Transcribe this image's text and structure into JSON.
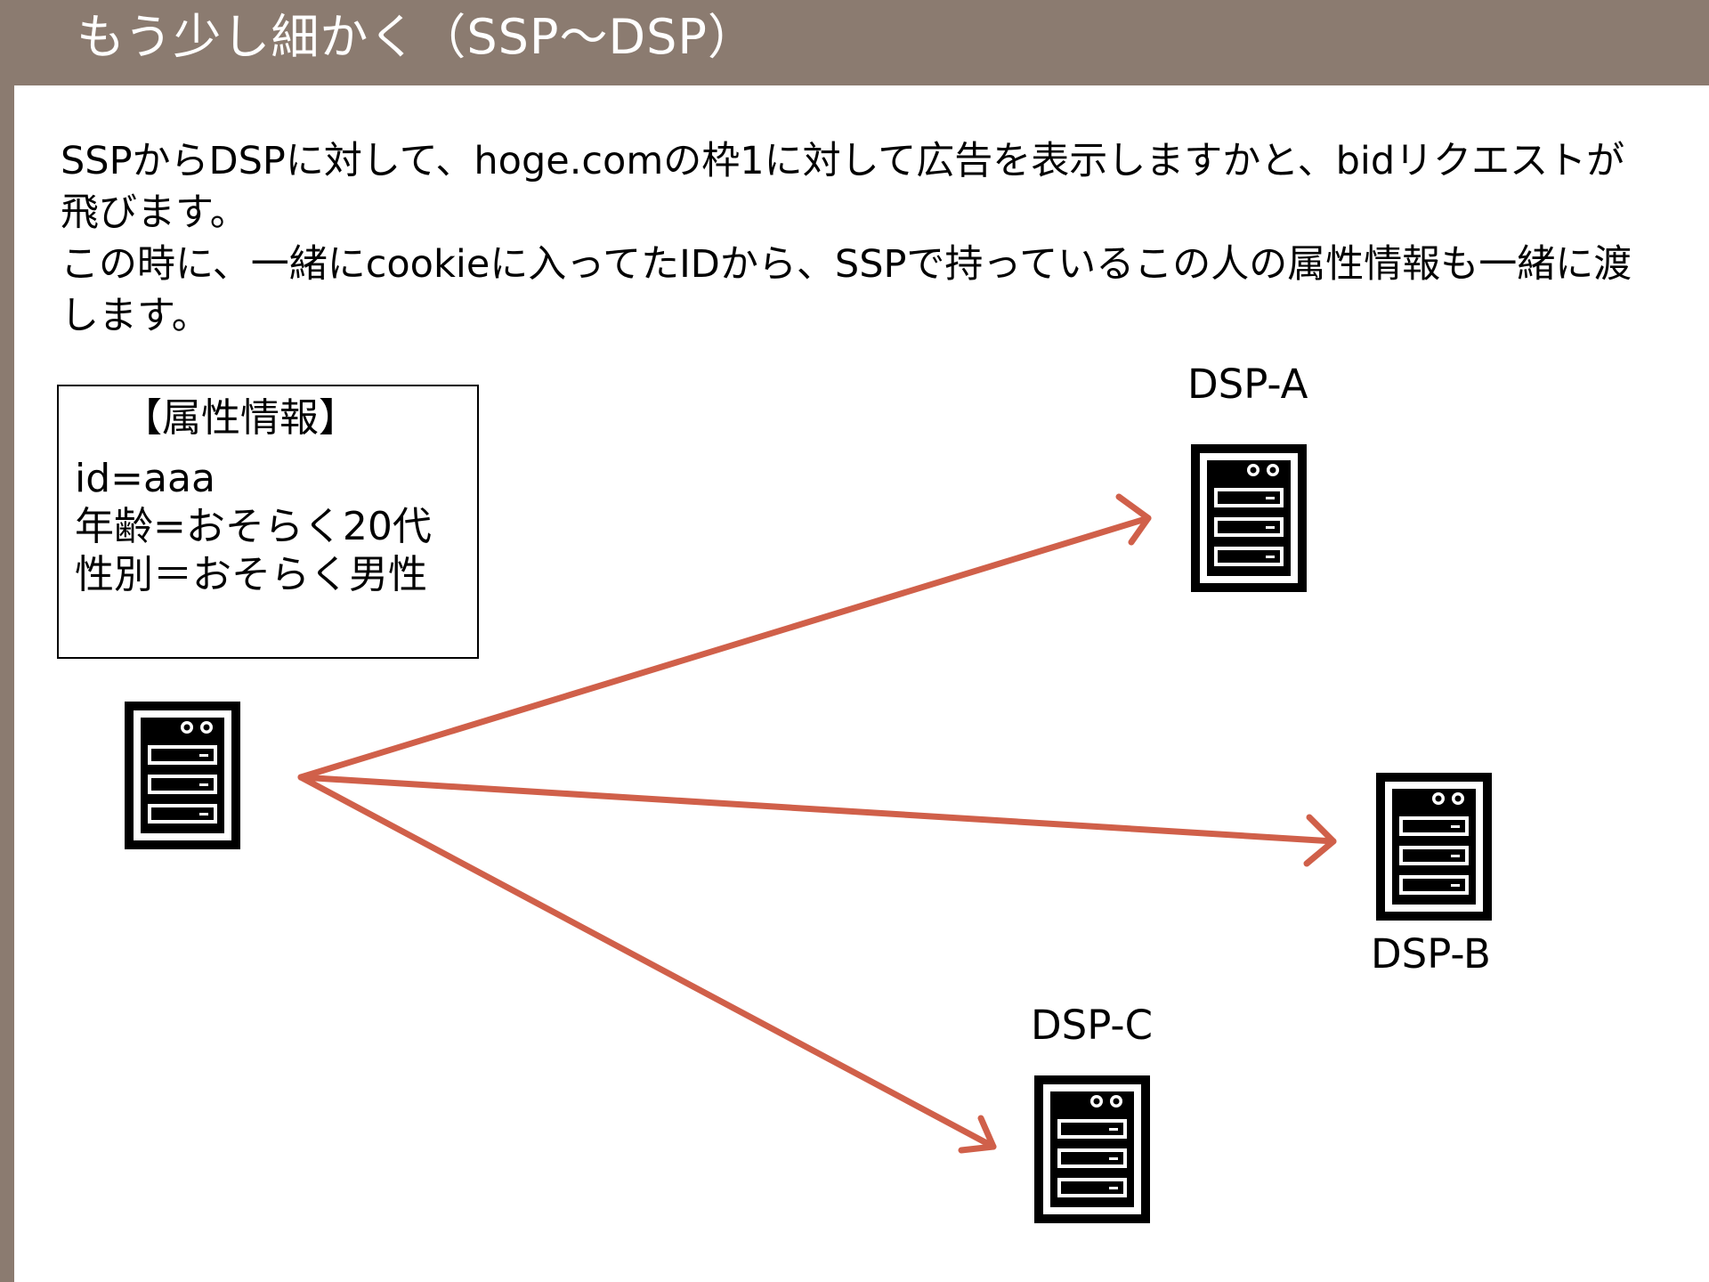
{
  "slide": {
    "title": "もう少し細かく（SSP～DSP）",
    "description": [
      "SSPからDSPに対して、hoge.comの枠1に対して広告を表示しますかと、bidリクエストが飛びます。",
      "この時に、一緒にcookieに入ってたIDから、SSPで持っているこの人の属性情報も一緒に渡します。"
    ]
  },
  "attribute_box": {
    "title": "【属性情報】",
    "lines": [
      "id=aaa",
      "年齢=おそらく20代",
      "性別＝おそらく男性"
    ]
  },
  "dsps": [
    {
      "label": "DSP-A"
    },
    {
      "label": "DSP-B"
    },
    {
      "label": "DSP-C"
    }
  ],
  "icons": {
    "ssp_server": "server-icon",
    "dsp_server": "server-icon"
  },
  "colors": {
    "title_bar": "#8b7b70",
    "arrow": "#d0604a",
    "text": "#000000"
  }
}
